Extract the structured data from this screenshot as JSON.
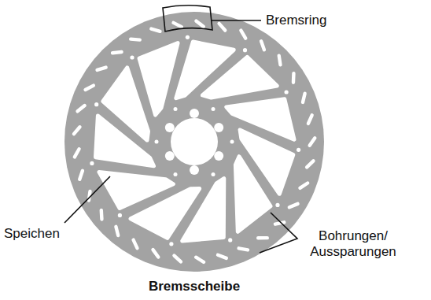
{
  "diagram": {
    "caption": "Bremsscheibe",
    "labels": [
      "Bremsring",
      "Speichen",
      "Bohrungen/ Aussparungen"
    ]
  }
}
